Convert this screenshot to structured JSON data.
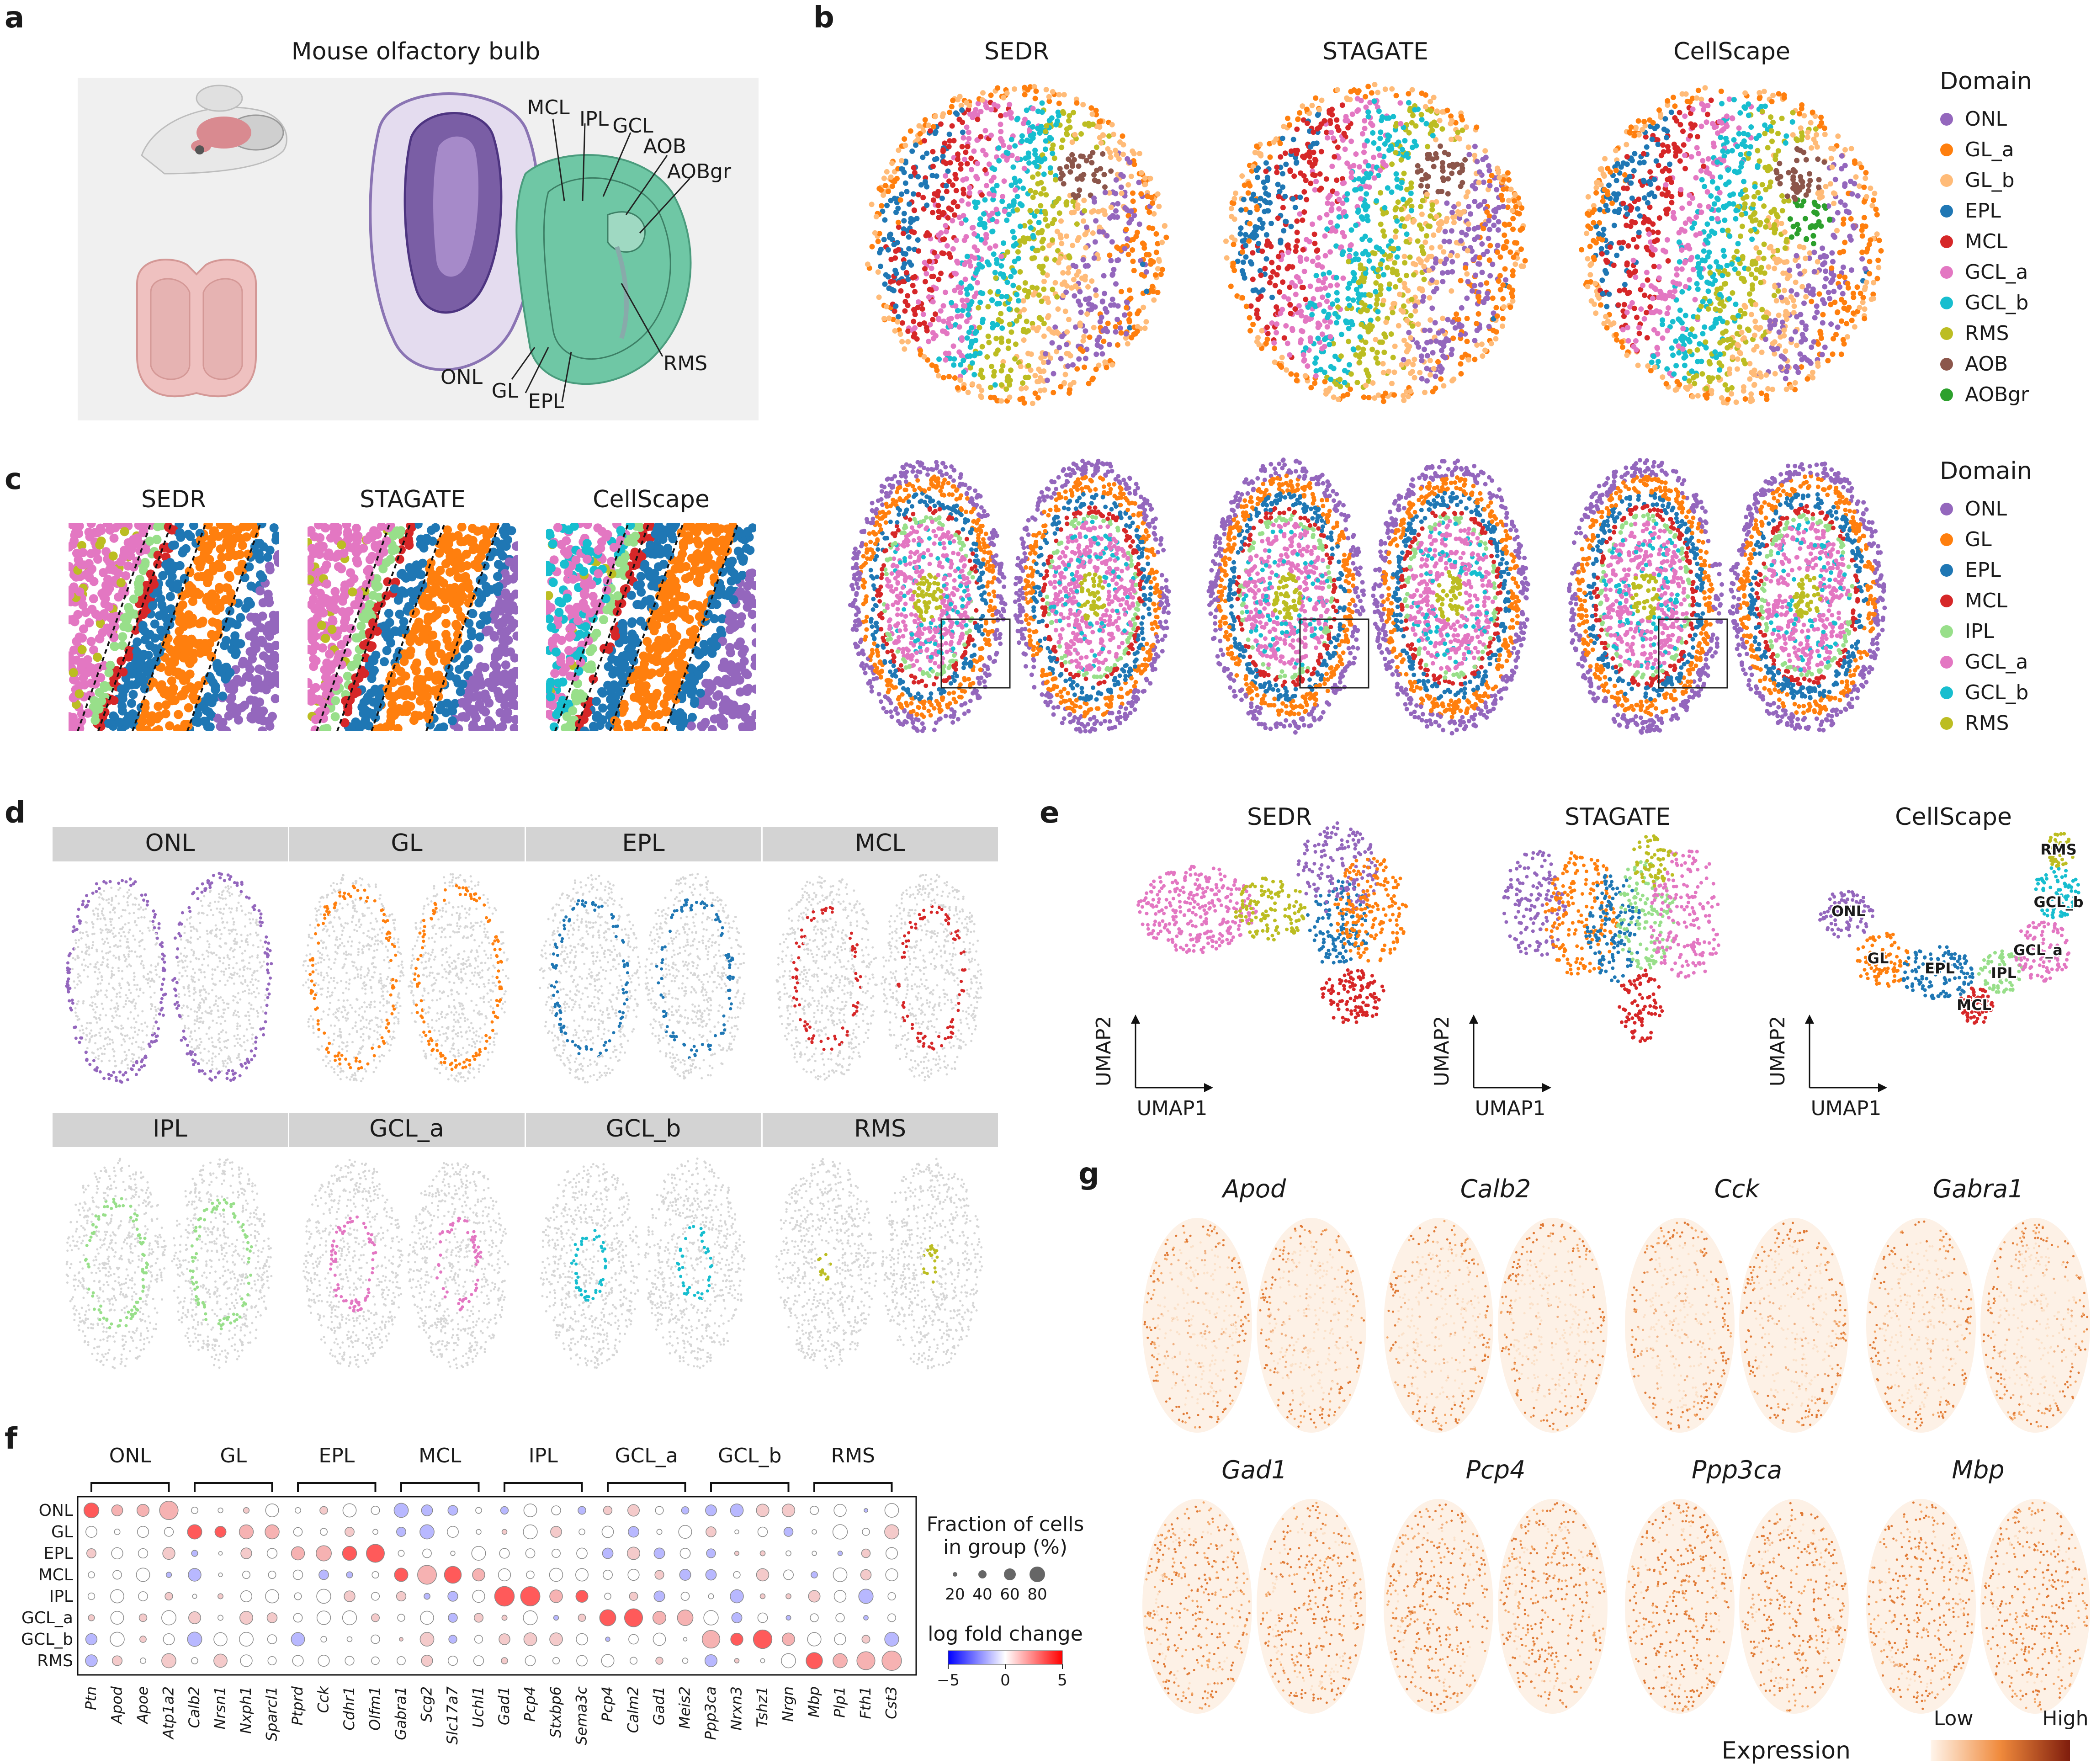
{
  "panels": {
    "a": {
      "label": "a",
      "title": "Mouse olfactory bulb",
      "annotations": [
        "MCL",
        "IPL",
        "GCL",
        "AOB",
        "AOBgr",
        "RMS",
        "ONL",
        "GL",
        "EPL"
      ]
    },
    "b": {
      "label": "b",
      "methods": [
        "SEDR",
        "STAGATE",
        "CellScape"
      ],
      "legend_title": "Domain",
      "legend_top": [
        {
          "name": "ONL",
          "color": "#9467bd"
        },
        {
          "name": "GL_a",
          "color": "#ff7f0e"
        },
        {
          "name": "GL_b",
          "color": "#ffbb78"
        },
        {
          "name": "EPL",
          "color": "#1f77b4"
        },
        {
          "name": "MCL",
          "color": "#d62728"
        },
        {
          "name": "GCL_a",
          "color": "#e377c2"
        },
        {
          "name": "GCL_b",
          "color": "#17becf"
        },
        {
          "name": "RMS",
          "color": "#bcbd22"
        },
        {
          "name": "AOB",
          "color": "#8c564b"
        },
        {
          "name": "AOBgr",
          "color": "#2ca02c"
        }
      ],
      "legend_bottom": [
        {
          "name": "ONL",
          "color": "#9467bd"
        },
        {
          "name": "GL",
          "color": "#ff7f0e"
        },
        {
          "name": "EPL",
          "color": "#1f77b4"
        },
        {
          "name": "MCL",
          "color": "#d62728"
        },
        {
          "name": "IPL",
          "color": "#98df8a"
        },
        {
          "name": "GCL_a",
          "color": "#e377c2"
        },
        {
          "name": "GCL_b",
          "color": "#17becf"
        },
        {
          "name": "RMS",
          "color": "#bcbd22"
        }
      ]
    },
    "c": {
      "label": "c",
      "methods": [
        "SEDR",
        "STAGATE",
        "CellScape"
      ]
    },
    "d": {
      "label": "d",
      "domains": [
        "ONL",
        "GL",
        "EPL",
        "MCL",
        "IPL",
        "GCL_a",
        "GCL_b",
        "RMS"
      ],
      "colors": [
        "#9467bd",
        "#ff7f0e",
        "#1f77b4",
        "#d62728",
        "#98df8a",
        "#e377c2",
        "#17becf",
        "#bcbd22"
      ]
    },
    "e": {
      "label": "e",
      "methods": [
        "SEDR",
        "STAGATE",
        "CellScape"
      ],
      "axis_x": "UMAP1",
      "axis_y": "UMAP2",
      "cluster_labels": [
        "RMS",
        "GCL_b",
        "ONL",
        "GCL_a",
        "GL",
        "EPL",
        "IPL",
        "MCL"
      ]
    },
    "f": {
      "label": "f",
      "groups": [
        "ONL",
        "GL",
        "EPL",
        "MCL",
        "IPL",
        "GCL_a",
        "GCL_b",
        "RMS"
      ],
      "rows": [
        "ONL",
        "GL",
        "EPL",
        "MCL",
        "IPL",
        "GCL_a",
        "GCL_b",
        "RMS"
      ],
      "genes": [
        "Ptn",
        "Apod",
        "Apoe",
        "Atp1a2",
        "Calb2",
        "Nrsn1",
        "Nxph1",
        "Sparcl1",
        "Ptprd",
        "Cck",
        "Cdhr1",
        "Olfm1",
        "Gabra1",
        "Scg2",
        "Slc17a7",
        "Uchl1",
        "Gad1",
        "Pcp4",
        "Stxbp6",
        "Sema3c",
        "Pcp4",
        "Calm2",
        "Gad1",
        "Meis2",
        "Ppp3ca",
        "Nrxn3",
        "Tshz1",
        "Nrgn",
        "Mbp",
        "Plp1",
        "Fth1",
        "Cst3"
      ],
      "size_legend_title_1": "Fraction of cells",
      "size_legend_title_2": "in group (%)",
      "size_ticks": [
        "20",
        "40",
        "60",
        "80"
      ],
      "color_legend_title": "log fold change",
      "color_ticks": [
        "−5",
        "0",
        "5"
      ]
    },
    "g": {
      "label": "g",
      "genes": [
        "Apod",
        "Calb2",
        "Cck",
        "Gabra1",
        "Gad1",
        "Pcp4",
        "Ppp3ca",
        "Mbp"
      ],
      "colorbar_low": "Low",
      "colorbar_high": "High",
      "colorbar_title": "Expression"
    }
  }
}
